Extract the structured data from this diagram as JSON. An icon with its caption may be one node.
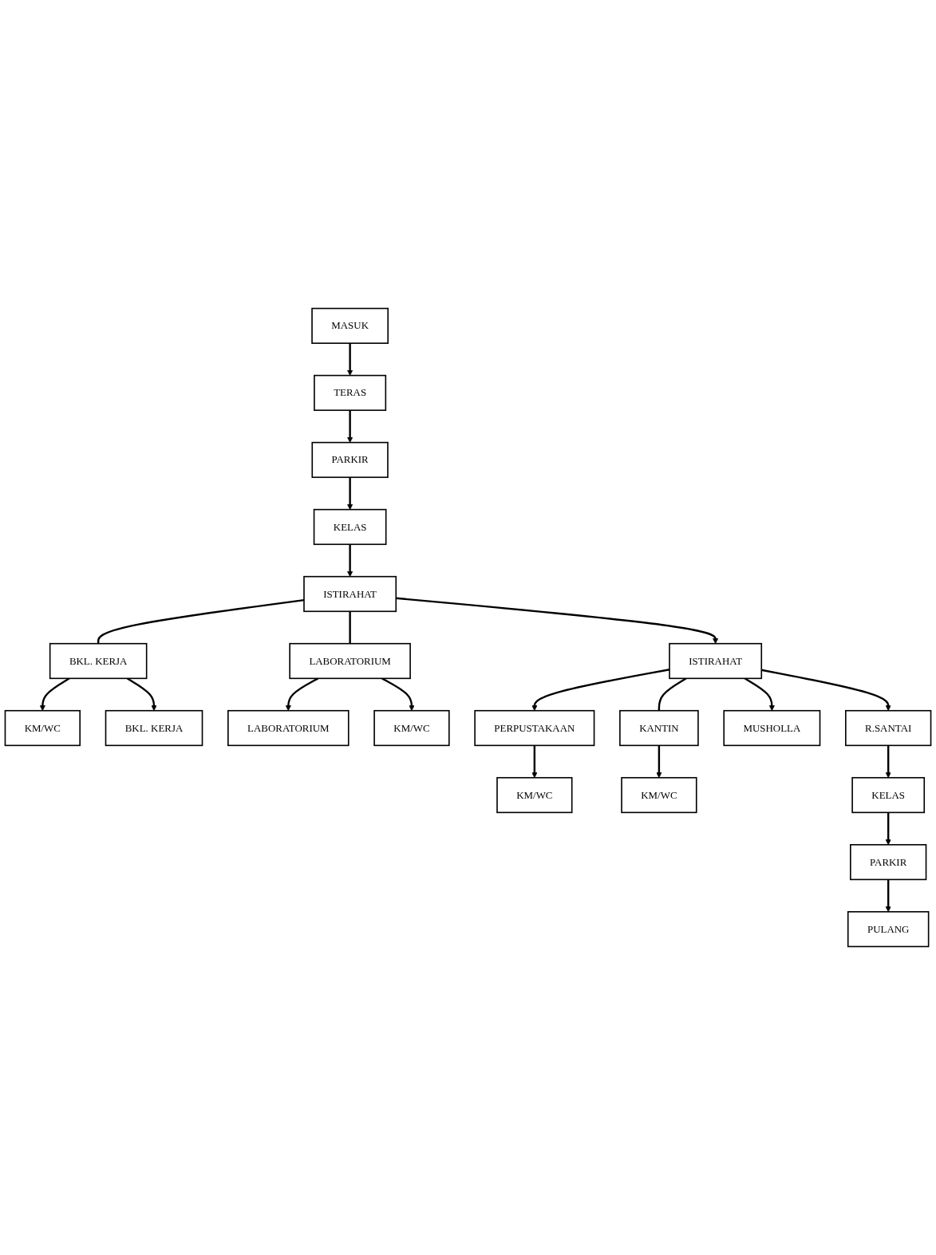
{
  "diagram": {
    "nodes": [
      {
        "text": [
          "MASUK"
        ]
      },
      {
        "text": [
          "TERAS"
        ]
      },
      {
        "text": [
          "PARKIR"
        ]
      },
      {
        "text": [
          "KELAS"
        ]
      },
      {
        "text": [
          "ISTIRAHAT"
        ]
      },
      {
        "text": [
          "KM/WC"
        ]
      },
      {
        "text": [
          "BKL. KERJA"
        ]
      },
      {
        "text": [
          "BKL. KERJA"
        ]
      },
      {
        "text": [
          "LABORATORIUM"
        ]
      },
      {
        "text": [
          "LABORATORIUM"
        ]
      },
      {
        "text": [
          "KM/WC"
        ]
      },
      {
        "text": [
          "PERPUSTAKAAN"
        ]
      },
      {
        "text": [
          "ISTIRAHAT"
        ]
      },
      {
        "text": [
          "KANTIN"
        ]
      },
      {
        "text": [
          "KM/WC"
        ]
      },
      {
        "text": [
          "MUSHOLLA"
        ]
      },
      {
        "text": [
          "R.SANTAI"
        ]
      },
      {
        "text": [
          "KM/WC"
        ]
      },
      {
        "text": [
          "KELAS"
        ]
      },
      {
        "text": [
          "PARKIR"
        ]
      },
      {
        "text": [
          "PULANG"
        ]
      }
    ],
    "edges": [
      {
        "from": 0,
        "to": 1,
        "arrow": "to"
      },
      {
        "from": 1,
        "to": 2,
        "arrow": "to"
      },
      {
        "from": 2,
        "to": 3,
        "arrow": "to"
      },
      {
        "from": 3,
        "to": 4,
        "arrow": "to"
      },
      {
        "from": 4,
        "to": 7,
        "arrow": "none"
      },
      {
        "from": 7,
        "to": 6,
        "arrow": "to"
      },
      {
        "from": 7,
        "to": 5,
        "arrow": "to"
      },
      {
        "from": 4,
        "to": 9,
        "arrow": "none"
      },
      {
        "from": 9,
        "to": 8,
        "arrow": "to"
      },
      {
        "from": 9,
        "to": 10,
        "arrow": "to"
      },
      {
        "from": 4,
        "to": 12,
        "arrow": "to"
      },
      {
        "from": 12,
        "to": 11,
        "arrow": "to"
      },
      {
        "from": 12,
        "to": 15,
        "arrow": "to"
      },
      {
        "from": 12,
        "to": 13,
        "arrow": "none"
      },
      {
        "from": 12,
        "to": 16,
        "arrow": "to"
      },
      {
        "from": 11,
        "to": 14,
        "arrow": "to"
      },
      {
        "from": 13,
        "to": 17,
        "arrow": "to"
      },
      {
        "from": 16,
        "to": 18,
        "arrow": "to"
      },
      {
        "from": 18,
        "to": 19,
        "arrow": "to"
      },
      {
        "from": 19,
        "to": 20,
        "arrow": "to"
      }
    ]
  }
}
